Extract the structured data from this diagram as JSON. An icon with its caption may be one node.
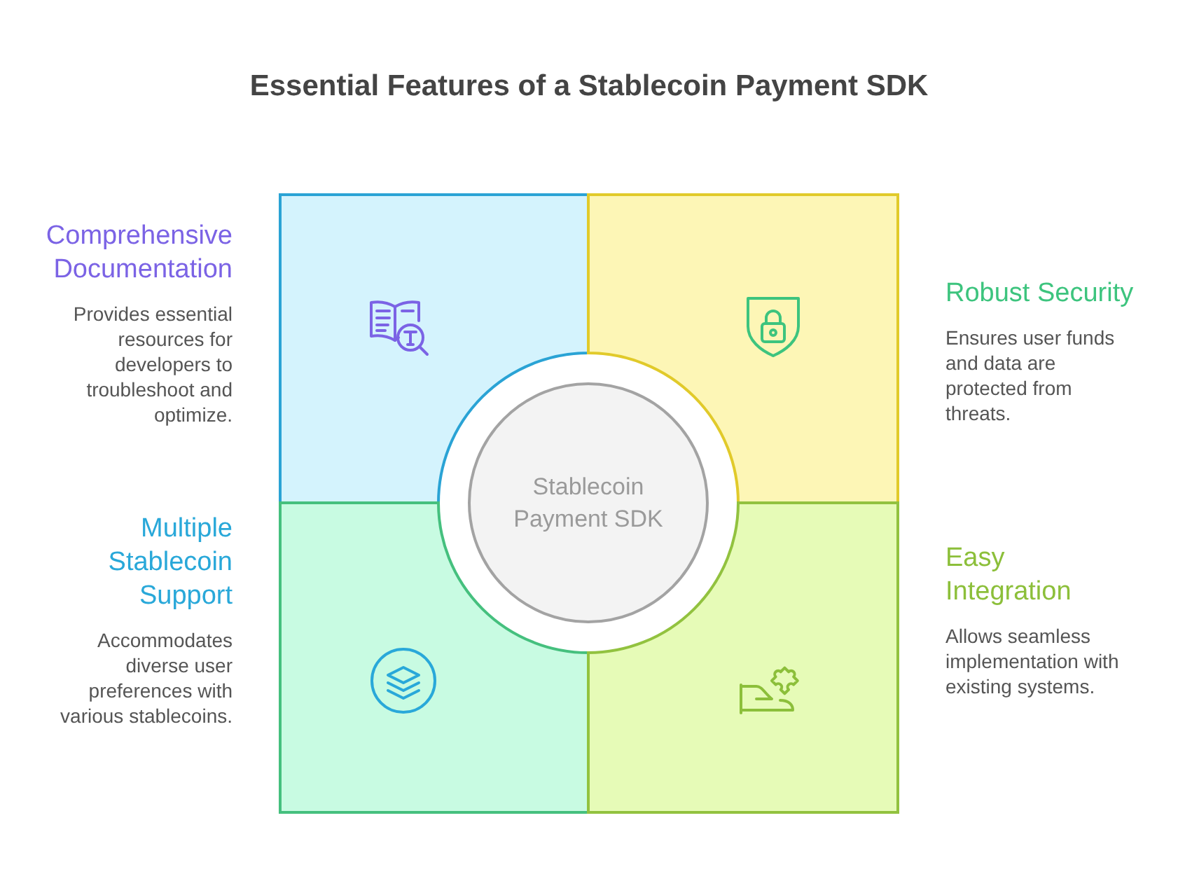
{
  "diagram": {
    "title": "Essential Features of a Stablecoin Payment SDK",
    "nodes": [
      {
        "text": [
          "Comprehensive Documentation",
          "Provides essential resources for developers to troubleshoot and optimize."
        ]
      },
      {
        "text": [
          "Robust Security",
          "Ensures user funds and data are protected from threats."
        ]
      },
      {
        "text": [
          "Stablecoin Payment SDK"
        ]
      },
      {
        "text": [
          "Multiple Stablecoin Support",
          "Accommodates diverse user preferences with various stablecoins."
        ]
      },
      {
        "text": [
          "Easy Integration",
          "Allows seamless implementation with existing systems."
        ]
      }
    ]
  }
}
